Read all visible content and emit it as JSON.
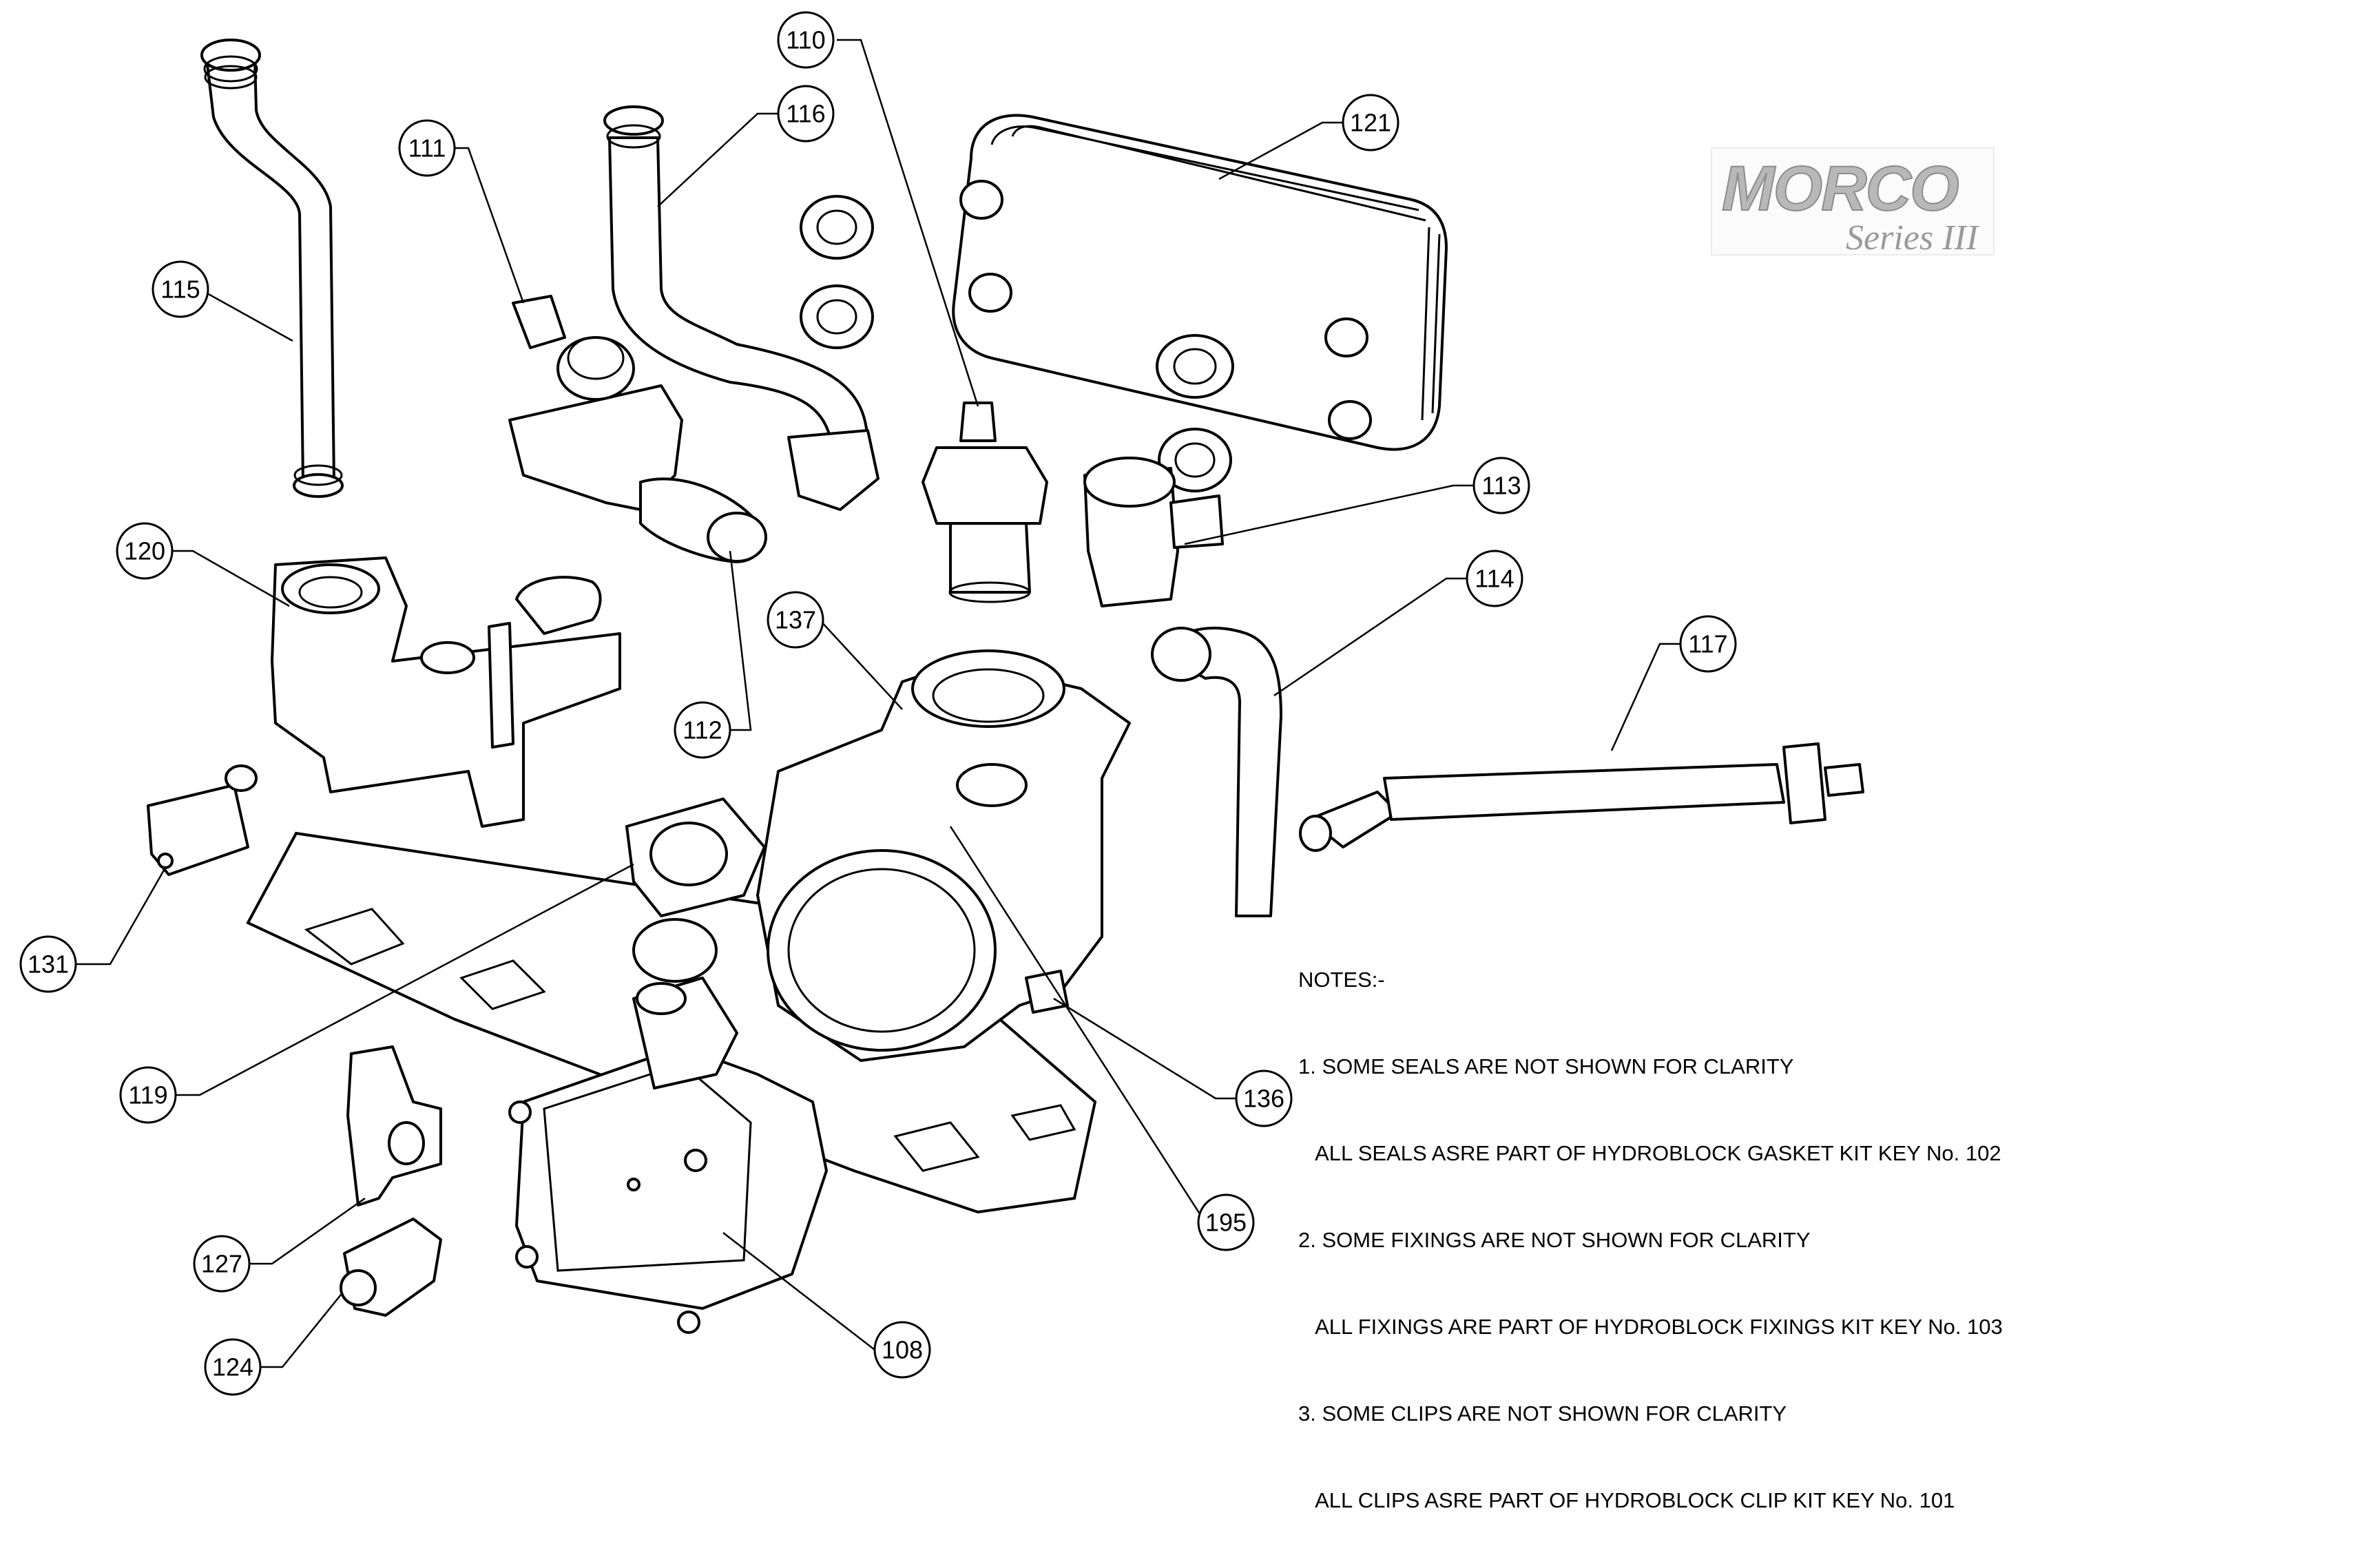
{
  "logo": {
    "brand": "MORCO",
    "series": "Series III"
  },
  "labels": {
    "p110": "110",
    "p111": "111",
    "p115": "115",
    "p116": "116",
    "p121": "121",
    "p113": "113",
    "p120": "120",
    "p114": "114",
    "p117": "117",
    "p137": "137",
    "p112": "112",
    "p131": "131",
    "p136": "136",
    "p119": "119",
    "p195": "195",
    "p127": "127",
    "p108": "108",
    "p124": "124"
  },
  "notes": {
    "heading": "NOTES:-",
    "lines": [
      "1. SOME SEALS ARE NOT SHOWN FOR CLARITY",
      "   ALL SEALS ASRE PART OF HYDROBLOCK GASKET KIT KEY No. 102",
      "2. SOME FIXINGS ARE NOT SHOWN FOR CLARITY",
      "   ALL FIXINGS ARE PART OF HYDROBLOCK FIXINGS KIT KEY No. 103",
      "3. SOME CLIPS ARE NOT SHOWN FOR CLARITY",
      "   ALL CLIPS ASRE PART OF HYDROBLOCK CLIP KIT KEY No. 101"
    ]
  },
  "colors": {
    "line": "#000000",
    "background": "#ffffff",
    "logo_fill": "#b8b8b8",
    "logo_series": "#9a9a9a"
  }
}
